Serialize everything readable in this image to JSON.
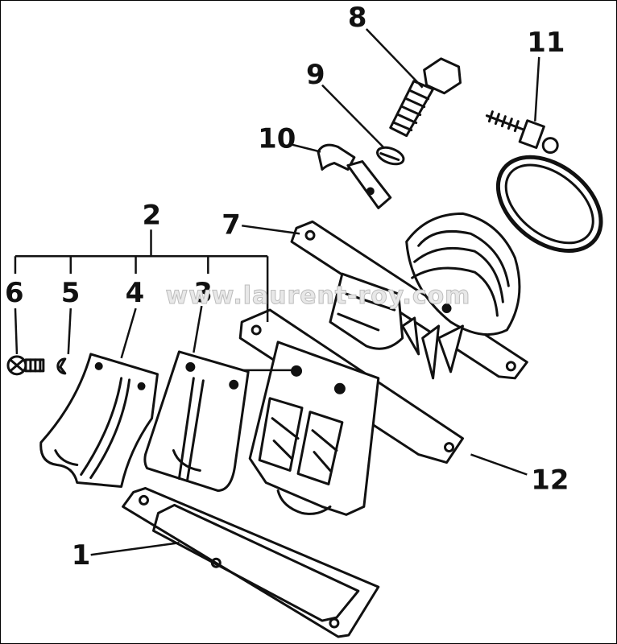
{
  "callouts": [
    {
      "id": "1",
      "label": "1"
    },
    {
      "id": "2",
      "label": "2"
    },
    {
      "id": "3",
      "label": "3"
    },
    {
      "id": "4",
      "label": "4"
    },
    {
      "id": "5",
      "label": "5"
    },
    {
      "id": "6",
      "label": "6"
    },
    {
      "id": "7",
      "label": "7"
    },
    {
      "id": "8",
      "label": "8"
    },
    {
      "id": "9",
      "label": "9"
    },
    {
      "id": "10",
      "label": "10"
    },
    {
      "id": "11",
      "label": "11"
    },
    {
      "id": "12",
      "label": "12"
    }
  ],
  "watermark": "www.laurent-roy.com",
  "colors": {
    "ink": "#111111",
    "paper": "#ffffff",
    "watermark": "#bdbdbd"
  }
}
